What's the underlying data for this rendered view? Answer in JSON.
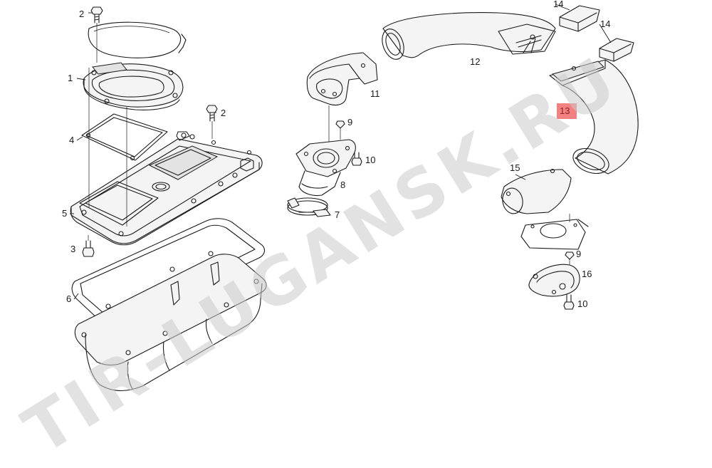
{
  "watermark": {
    "text": "TIR-LUGANSK.RU"
  },
  "callouts": {
    "c1": "1",
    "c2a": "2",
    "c2b": "2",
    "c3": "3",
    "c4": "4",
    "c5": "5",
    "c6": "6",
    "c7": "7",
    "c8": "8",
    "c9a": "9",
    "c9b": "9",
    "c10a": "10",
    "c10b": "10",
    "c11": "11",
    "c12": "12",
    "c13": "13",
    "c14a": "14",
    "c14b": "14",
    "c15": "15",
    "c16": "16"
  },
  "highlight": {
    "part": "13",
    "color": "#f26b6b"
  }
}
